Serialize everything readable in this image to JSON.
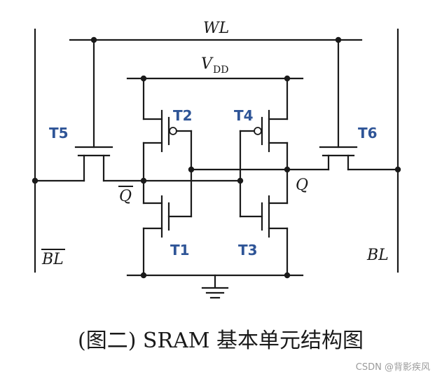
{
  "labels": {
    "wordline": "WL",
    "vdd_main": "V",
    "vdd_sub": "DD",
    "q_bar": "Q",
    "q": "Q",
    "bl_bar": "BL",
    "bl": "BL"
  },
  "transistors": [
    "T1",
    "T2",
    "T3",
    "T4",
    "T5",
    "T6"
  ],
  "caption": "(图二) SRAM 基本单元结构图",
  "watermark": "CSDN @背影疾风",
  "colors": {
    "wire": "#1a1a1a",
    "transistor_label": "#2f5597",
    "watermark": "#9a9a9a"
  }
}
